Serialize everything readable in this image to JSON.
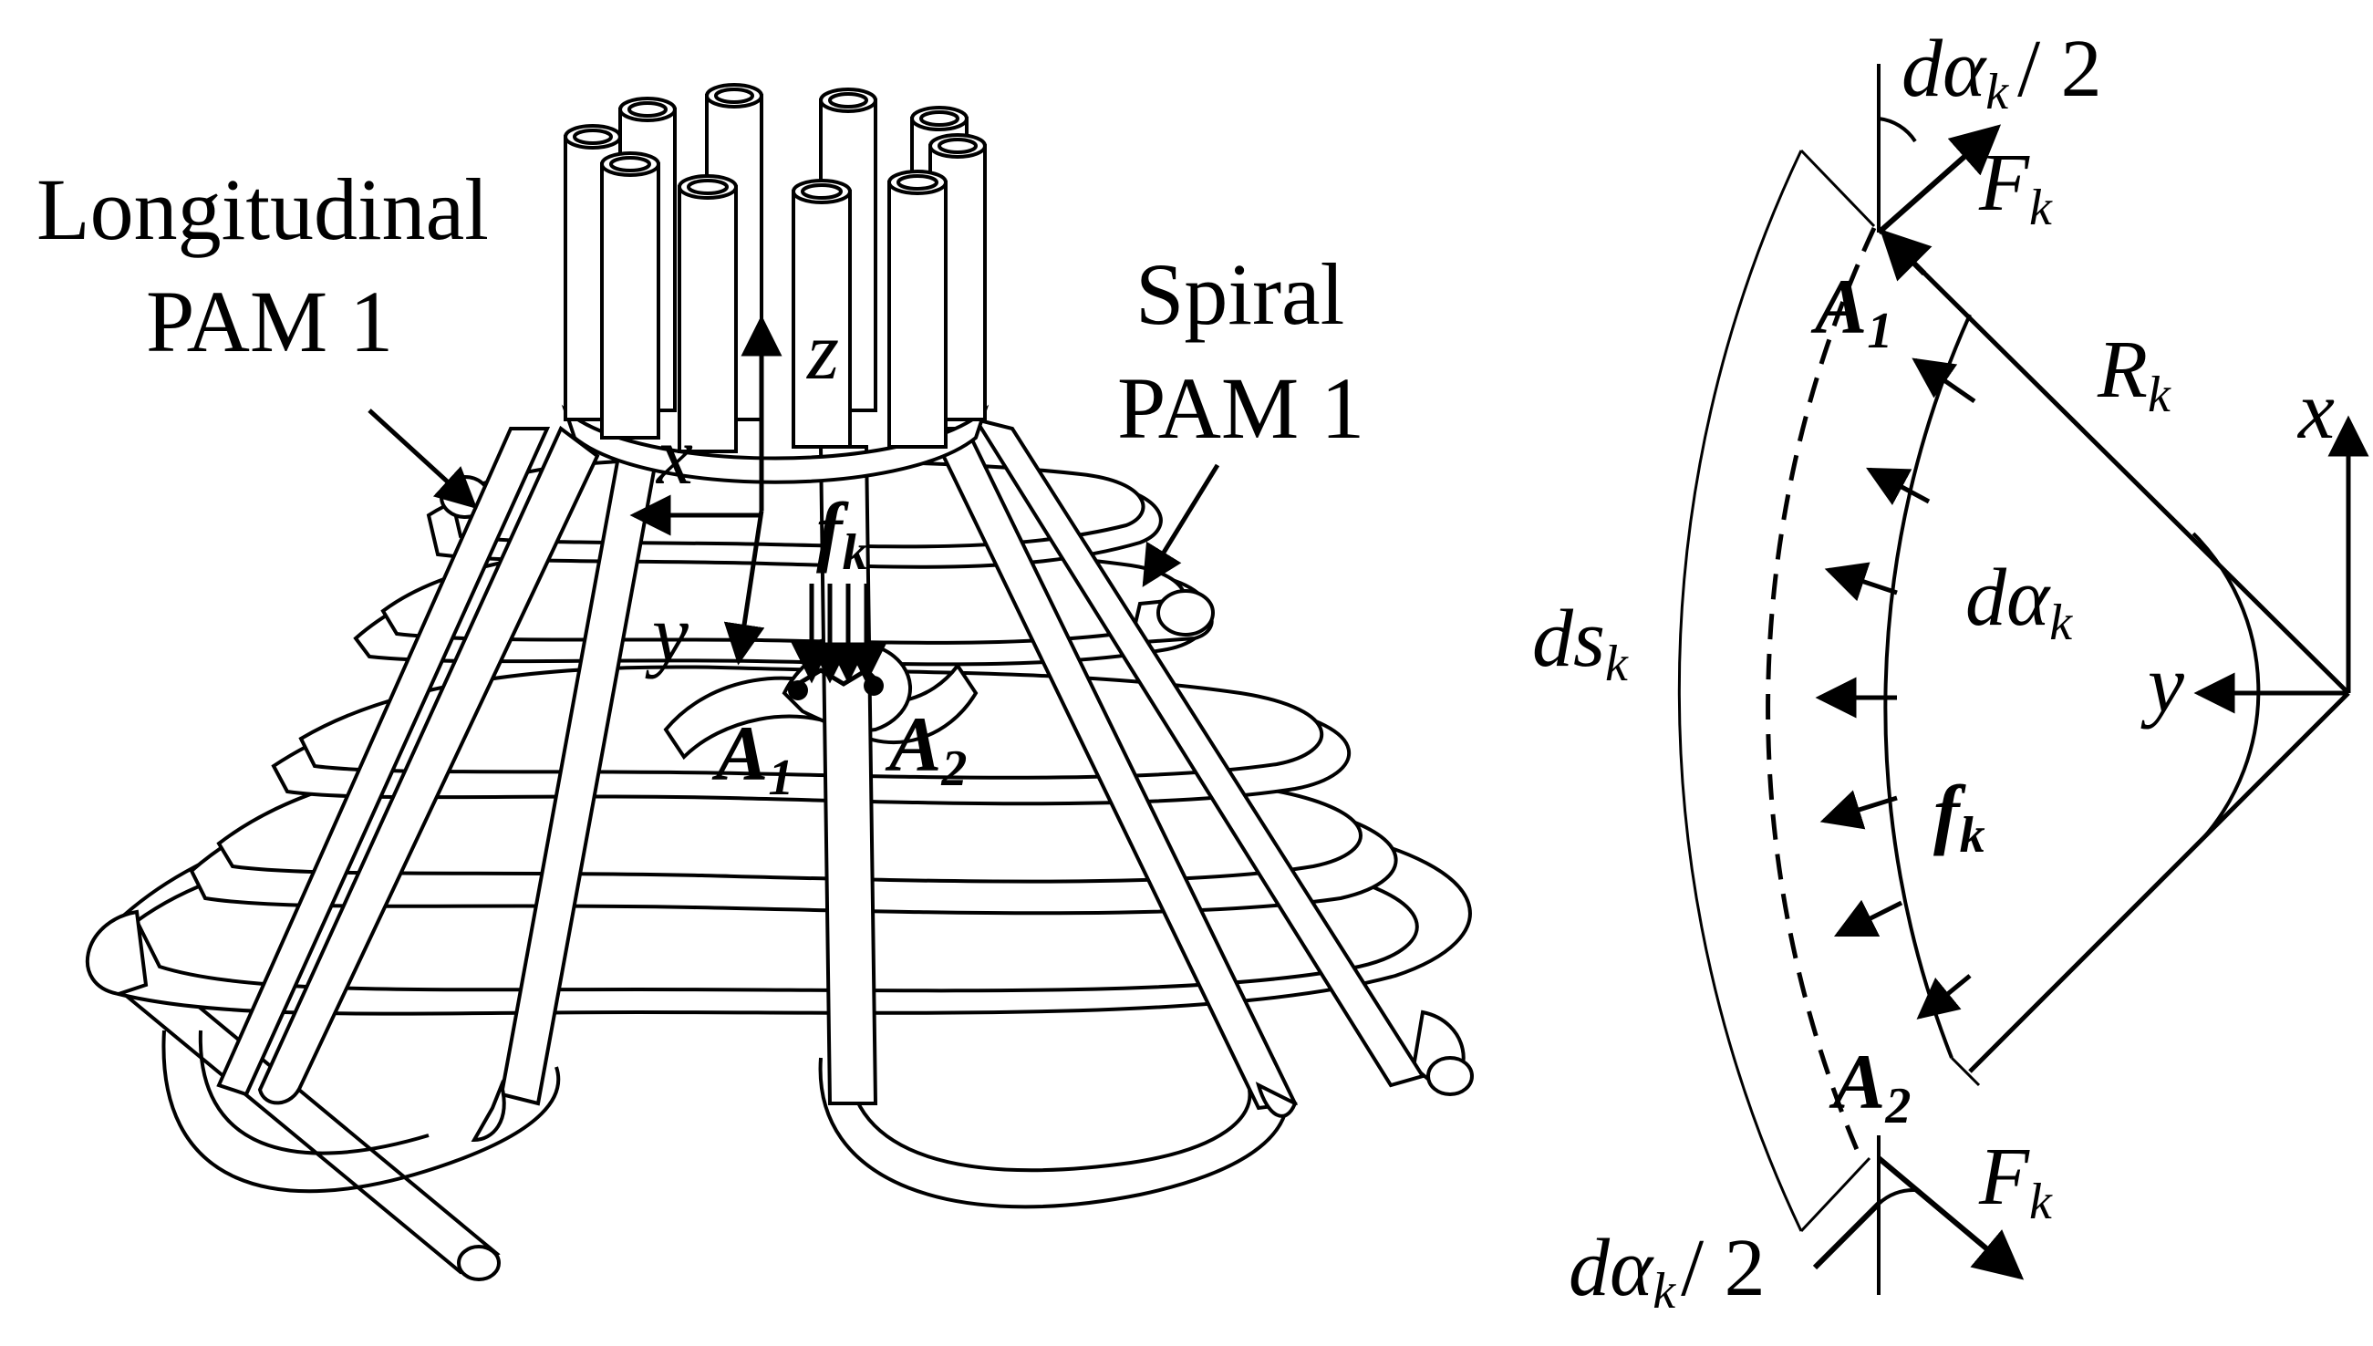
{
  "left_panel": {
    "longitudinal_label_line1": "Longitudinal",
    "longitudinal_label_line2": "PAM 1",
    "spiral_label_line1": "Spiral",
    "spiral_label_line2": "PAM 1",
    "axis_z": "z",
    "axis_x": "x",
    "axis_y": "y",
    "force_f": "f",
    "force_f_sub": "k",
    "point_a1": "A",
    "point_a1_sub": "1",
    "point_a2": "A",
    "point_a2_sub": "2"
  },
  "right_panel": {
    "top_angle": "dα",
    "top_angle_sub": "k",
    "top_angle_suffix": "/ 2",
    "top_force": "F",
    "top_force_sub": "k",
    "point_a1": "A",
    "point_a1_sub": "1",
    "radius": "R",
    "radius_sub": "k",
    "axis_x": "x",
    "arc_length": "ds",
    "arc_length_sub": "k",
    "center_angle": "dα",
    "center_angle_sub": "k",
    "axis_y": "y",
    "dist_force": "f",
    "dist_force_sub": "k",
    "point_a2": "A",
    "point_a2_sub": "2",
    "bottom_force": "F",
    "bottom_force_sub": "k",
    "bottom_angle": "dα",
    "bottom_angle_sub": "k",
    "bottom_angle_suffix": "/ 2"
  },
  "colors": {
    "ink": "#000000",
    "background": "#ffffff"
  }
}
